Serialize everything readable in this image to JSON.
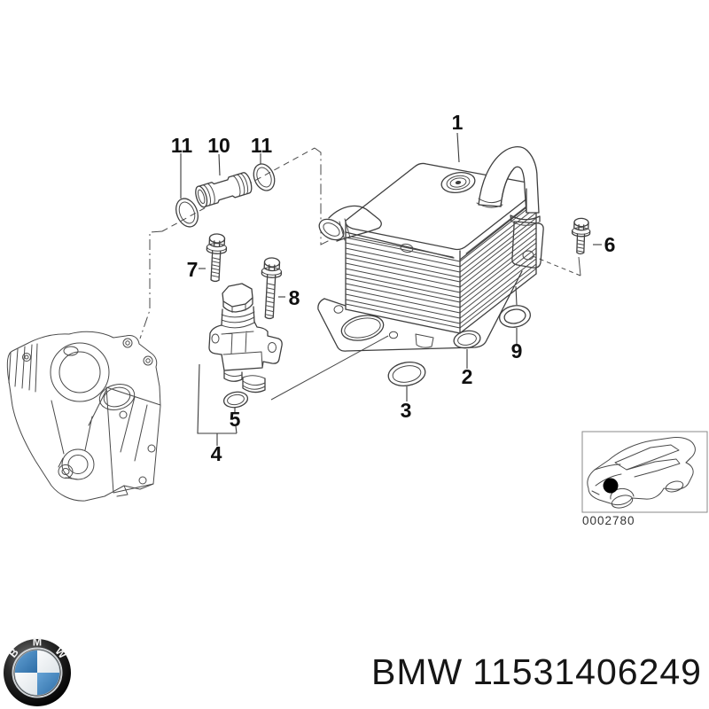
{
  "diagram": {
    "callouts": {
      "c1": "1",
      "c2": "2",
      "c3": "3",
      "c4": "4",
      "c5": "5",
      "c6": "6",
      "c7": "7",
      "c8": "8",
      "c9": "9",
      "c10": "10",
      "c11_left": "11",
      "c11_right": "11"
    },
    "inset": {
      "code": "0002780"
    }
  },
  "footer": {
    "brand": "BMW",
    "part_number": "11531406249",
    "logo_letters": [
      "B",
      "M",
      "W"
    ]
  },
  "icons": {
    "logo": "bmw-roundel-icon",
    "location_marker": "part-location-dot"
  },
  "colors": {
    "bmw_blue": "#3c7dbb",
    "line": "#3f3f3f",
    "label": "#101010"
  }
}
